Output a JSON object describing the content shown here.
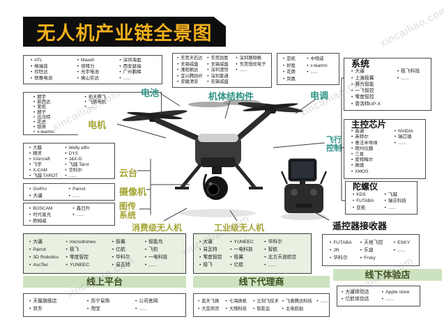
{
  "title": "无人机产业链全景图",
  "watermark": "xincailiao.com",
  "colors": {
    "teal_label": "#2e9286",
    "olive_label": "#a2a433",
    "title_bg": "#0e0e0e",
    "title_fg": "#f2b01d",
    "banner_bg": "#cde3c0",
    "banner_fg": "#3f4c20",
    "box_tint": "#e9f0e1"
  },
  "labels": {
    "battery": "电池",
    "airframe": "机体结构件",
    "esc": "电调",
    "motor": "电机",
    "gimbal": "云台",
    "camera": "摄像机",
    "image_transmission": "图传系统",
    "flight_control": "飞行控制",
    "consumer": "消费级无人机",
    "industrial": "工业级无人机",
    "receiver": "遥控器接收器",
    "online": "线上平台",
    "agents": "线下代理商",
    "stores": "线下体验店"
  },
  "box_titles": {
    "system": "系统",
    "chip": "主控芯片",
    "gyro": "陀螺仪"
  },
  "suppliers": {
    "battery": [
      [
        "ATL",
        "格瑞普",
        "欣旺达",
        "德赛电池"
      ],
      [
        "Maxell",
        "倍特力",
        "光宇电池",
        "佛山实达"
      ],
      [
        "深圳海盈",
        "西安瑟福",
        "广州鹏辉",
        "......"
      ]
    ],
    "airframe": [
      [
        "东莞天石达",
        "无锡威盛",
        "溧阳朝达",
        "宜兴腾跃纤",
        "安徽清安"
      ],
      [
        "东莞劲胜",
        "无锡威盛",
        "深圳澳恒",
        "深圳紫通",
        "无锡威盛"
      ],
      [
        "深圳赛翔格",
        "东莞想优电子",
        "......"
      ]
    ],
    "esc": [
      [
        "亚拓",
        "好盈",
        "花牌",
        "凤凰"
      ],
      [
        "中特威",
        "x-teamrc",
        "......"
      ]
    ],
    "system": [
      [
        "大疆",
        "上海极翼",
        "赛为智能",
        "一飞智控",
        "零度智控",
        "普洛特UP-X"
      ],
      [
        "极飞科技",
        "......"
      ]
    ],
    "chip": [
      [
        "高通",
        "英特尔",
        "意法半导体",
        "德州仪器",
        "三星",
        "爱特梅尔",
        "展唐",
        "XMOS"
      ],
      [
        "NVIDIA",
        "瑞芯微",
        "......"
      ]
    ],
    "gyro": [
      [
        "KDS",
        "FUTABA",
        "亚拓"
      ],
      [
        "飞越",
        "瑞芬科技",
        "......"
      ]
    ],
    "receiver": [
      [
        "FUTABA",
        "JR",
        "华科尔"
      ],
      [
        "天地飞控",
        "乐迪",
        "Frsky"
      ],
      [
        "ESKY",
        "......"
      ]
    ],
    "motor": [
      [
        "朗宇",
        "新西达",
        "爱拓",
        "朗子",
        "迅马特",
        "花虎",
        "银燕",
        "x-teamrc"
      ],
      [
        "拓天腾飞",
        "飞鹏电机",
        "......"
      ]
    ],
    "gimbal": [
      [
        "大疆",
        "精灵",
        "XAircraft",
        "飞宇",
        "X-CAM",
        "飞越 TAROT"
      ],
      [
        "Wefly elfin",
        "DYS",
        "J&X-G",
        "飞越 Tarot",
        "华科尔",
        "......"
      ]
    ],
    "camera": [
      [
        "GoPro",
        "大疆"
      ],
      [
        "Parrot",
        "......"
      ]
    ],
    "image_transmission": [
      [
        "BOSCAM",
        "时代星光",
        "欧姆威"
      ],
      [
        "鑫日升",
        "......"
      ]
    ],
    "consumer": [
      [
        "大疆",
        "Parrot",
        "3D Robotics",
        "AscTec"
      ],
      [
        "microdrones",
        "极飞",
        "零度智控",
        "YUNEEC"
      ],
      [
        "极翼",
        "亿航",
        "华科尔",
        "易瓦特"
      ],
      [
        "智能鸟",
        "飞豹",
        "一电科技",
        "......"
      ]
    ],
    "industrial": [
      [
        "大疆",
        "易瓦特",
        "零度智控",
        "极飞"
      ],
      [
        "YUNEEC",
        "一电科技",
        "极翼",
        "亿航"
      ],
      [
        "华科尔",
        "智航",
        "北方天途航空",
        "......"
      ]
    ],
    "online": [
      [
        "天猫旗舰店",
        "京东"
      ],
      [
        "苏宁易购",
        "淘宝"
      ],
      [
        "公司官网",
        "......"
      ]
    ],
    "agents": [
      [
        "蓝天飞扬",
        "大亚商贸"
      ],
      [
        "七海扬帆",
        "大翔科技"
      ],
      [
        "立刻飞技术",
        "智影会"
      ],
      [
        "飞黄腾达科技",
        "北电航拍"
      ],
      [
        "......"
      ]
    ],
    "stores": [
      [
        "大疆体验店",
        "亿航体验店"
      ],
      [
        "Apple store",
        "......"
      ]
    ]
  }
}
